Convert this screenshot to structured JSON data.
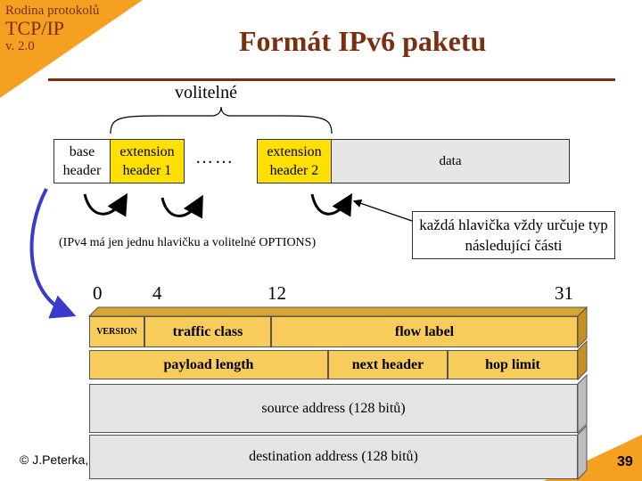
{
  "header": {
    "series": "Rodina protokolů",
    "protocol": "TCP/IP",
    "version": "v. 2.0",
    "title": "Formát IPv6 paketu"
  },
  "top": {
    "optional_label": "volitelné",
    "base_header": "base header",
    "ext1": "extension header 1",
    "dots": "……",
    "ext2": "extension header 2",
    "data": "data",
    "ipv4_note": "(IPv4 má jen jednu hlavičku a volitelné OPTIONS)",
    "chain_note": "každá hlavička vždy určuje typ následující části"
  },
  "packet": {
    "bits": [
      "0",
      "4",
      "12",
      "31"
    ],
    "version": "VERSION",
    "traffic_class": "traffic class",
    "flow_label": "flow label",
    "payload_length": "payload length",
    "next_header": "next header",
    "hop_limit": "hop limit",
    "source": "source address (128 bitů)",
    "destination": "destination address (128 bitů)"
  },
  "footer": {
    "copyright": "© J.Peterka, M",
    "page": "39"
  },
  "colors": {
    "accent": "#f5a020",
    "title": "#7a2f10",
    "yellow": "#ffe000",
    "gold": "#f8cc5a",
    "grey": "#e4e4e4",
    "arrow": "#3a3acc"
  }
}
